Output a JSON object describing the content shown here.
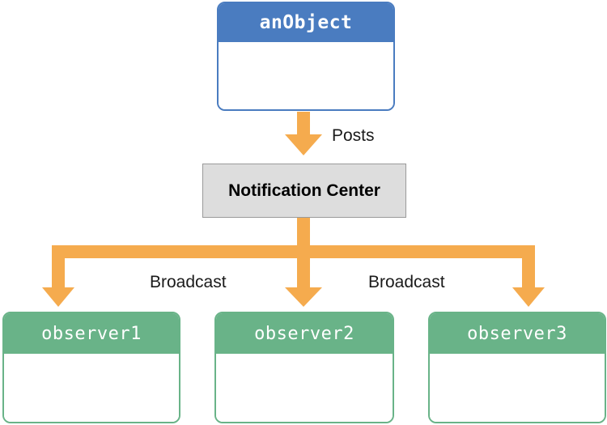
{
  "diagram": {
    "title_node": {
      "name": "anObject",
      "header_color": "#4a7cc0",
      "body_color": "#ffffff"
    },
    "hub": {
      "label": "Notification Center",
      "fill_color": "#dddddd",
      "border_color": "#9a9a9a"
    },
    "arrow_color": "#f5ab4e",
    "edges": [
      {
        "label": "Posts"
      },
      {
        "label": "Broadcast"
      },
      {
        "label": "Broadcast"
      }
    ],
    "observers": [
      {
        "name": "observer1",
        "header_color": "#69b388"
      },
      {
        "name": "observer2",
        "header_color": "#69b388"
      },
      {
        "name": "observer3",
        "header_color": "#69b388"
      }
    ]
  }
}
